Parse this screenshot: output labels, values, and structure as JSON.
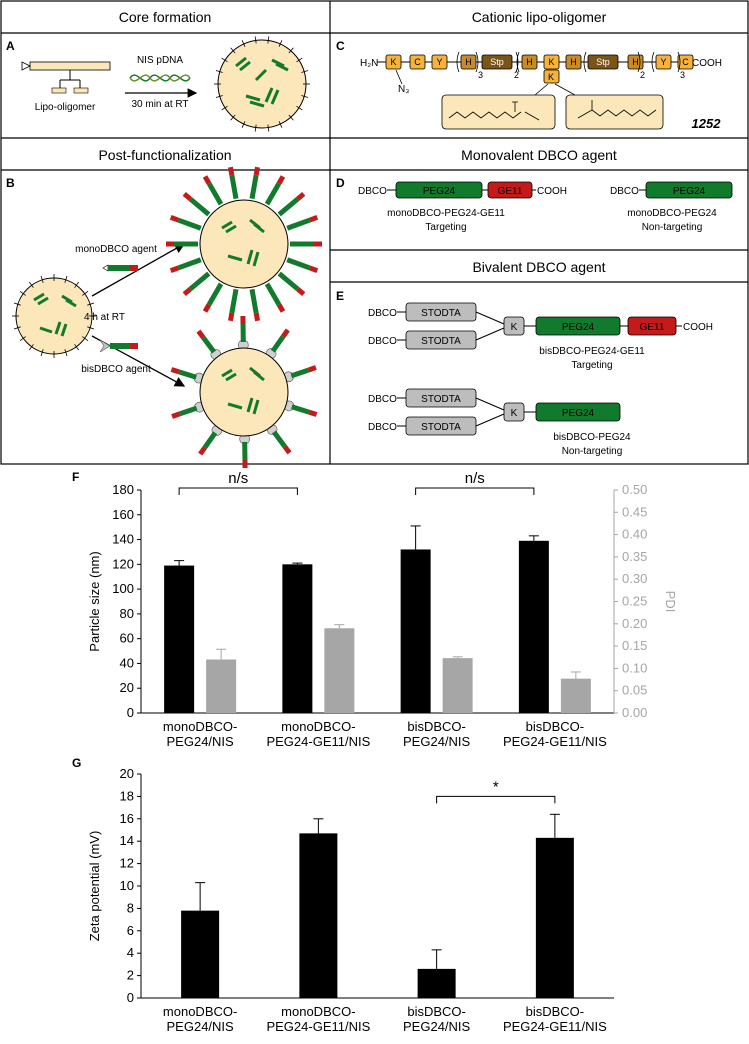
{
  "panels": {
    "core_formation": {
      "header": "Core formation",
      "letter": "A",
      "lipo_label": "Lipo-oligomer",
      "nis_label": "NIS pDNA",
      "time_label": "30 min at RT"
    },
    "cationic": {
      "header": "Cationic lipo-oligomer",
      "letter": "C",
      "h2n": "H₂N",
      "cooh": "COOH",
      "n3": "N₃",
      "residues": [
        "K",
        "C",
        "Y",
        "H",
        "Stp",
        "H",
        "K",
        "H",
        "Stp",
        "H",
        "Y",
        "C"
      ],
      "branch_k": "K",
      "sub3a": "3",
      "sub2a": "2",
      "sub2b": "2",
      "sub3b": "3",
      "id": "1252"
    },
    "post": {
      "header": "Post-functionalization",
      "letter": "B",
      "mono_label": "monoDBCO agent",
      "time_label": "4 h at RT",
      "bis_label": "bisDBCO agent"
    },
    "monovalent": {
      "header": "Monovalent DBCO agent",
      "letter": "D",
      "dbco": "DBCO",
      "peg": "PEG24",
      "ge11": "GE11",
      "cooh": "COOH",
      "name1": "monoDBCO-PEG24-GE11",
      "type1": "Targeting",
      "name2": "monoDBCO-PEG24",
      "type2": "Non-targeting"
    },
    "bivalent": {
      "header": "Bivalent DBCO agent",
      "letter": "E",
      "dbco": "DBCO",
      "stodta": "STODTA",
      "k": "K",
      "peg": "PEG24",
      "ge11": "GE11",
      "cooh": "COOH",
      "name1": "bisDBCO-PEG24-GE11",
      "type1": "Targeting",
      "name2": "bisDBCO-PEG24",
      "type2": "Non-targeting"
    }
  },
  "colors": {
    "peg_green": "#127a2c",
    "ge11_red": "#c41a1a",
    "residue_orange": "#f6b23a",
    "stp_brown": "#7a5517",
    "particle": "#fbe7ba",
    "bar_black": "#000000",
    "bar_gray": "#a6a6a6",
    "stodta_gray": "#bdbdbd"
  },
  "chart_data": [
    {
      "panel": "F",
      "type": "bar",
      "categories": [
        [
          "monoDBCO-",
          "PEG24/NIS"
        ],
        [
          "monoDBCO-",
          "PEG24-GE11/NIS"
        ],
        [
          "bisDBCO-",
          "PEG24/NIS"
        ],
        [
          "bisDBCO-",
          "PEG24-GE11/NIS"
        ]
      ],
      "ylabel": "Particle size (nm)",
      "y2label": "PDI",
      "ylim": [
        0,
        180
      ],
      "yticks": [
        "0",
        "20",
        "40",
        "60",
        "80",
        "100",
        "120",
        "140",
        "160",
        "180"
      ],
      "y2lim": [
        0,
        0.5
      ],
      "y2ticks": [
        "0.00",
        "0.05",
        "0.10",
        "0.15",
        "0.20",
        "0.25",
        "0.30",
        "0.35",
        "0.40",
        "0.45",
        "0.50"
      ],
      "series": [
        {
          "axis": "left",
          "color": "#000000",
          "values": [
            119,
            120,
            132,
            139
          ],
          "errors": [
            4,
            1,
            19,
            4
          ]
        },
        {
          "axis": "right",
          "color": "#a6a6a6",
          "values": [
            0.12,
            0.19,
            0.123,
            0.077
          ],
          "errors": [
            0.023,
            0.008,
            0.003,
            0.015
          ]
        }
      ],
      "brackets": [
        {
          "from": 0,
          "to": 1,
          "label": "n/s"
        },
        {
          "from": 2,
          "to": 3,
          "label": "n/s"
        }
      ]
    },
    {
      "panel": "G",
      "type": "bar",
      "categories": [
        [
          "monoDBCO-",
          "PEG24/NIS"
        ],
        [
          "monoDBCO-",
          "PEG24-GE11/NIS"
        ],
        [
          "bisDBCO-",
          "PEG24/NIS"
        ],
        [
          "bisDBCO-",
          "PEG24-GE11/NIS"
        ]
      ],
      "ylabel": "Zeta potential (mV)",
      "ylim": [
        0,
        20
      ],
      "yticks": [
        "0",
        "2",
        "4",
        "6",
        "8",
        "10",
        "12",
        "14",
        "16",
        "18",
        "20"
      ],
      "series": [
        {
          "axis": "left",
          "color": "#000000",
          "values": [
            7.8,
            14.7,
            2.6,
            14.3
          ],
          "errors": [
            2.5,
            1.3,
            1.7,
            2.1
          ]
        }
      ],
      "brackets": [
        {
          "from": 2,
          "to": 3,
          "label": "*"
        }
      ]
    }
  ],
  "panel_letters": {
    "f": "F",
    "g": "G"
  }
}
